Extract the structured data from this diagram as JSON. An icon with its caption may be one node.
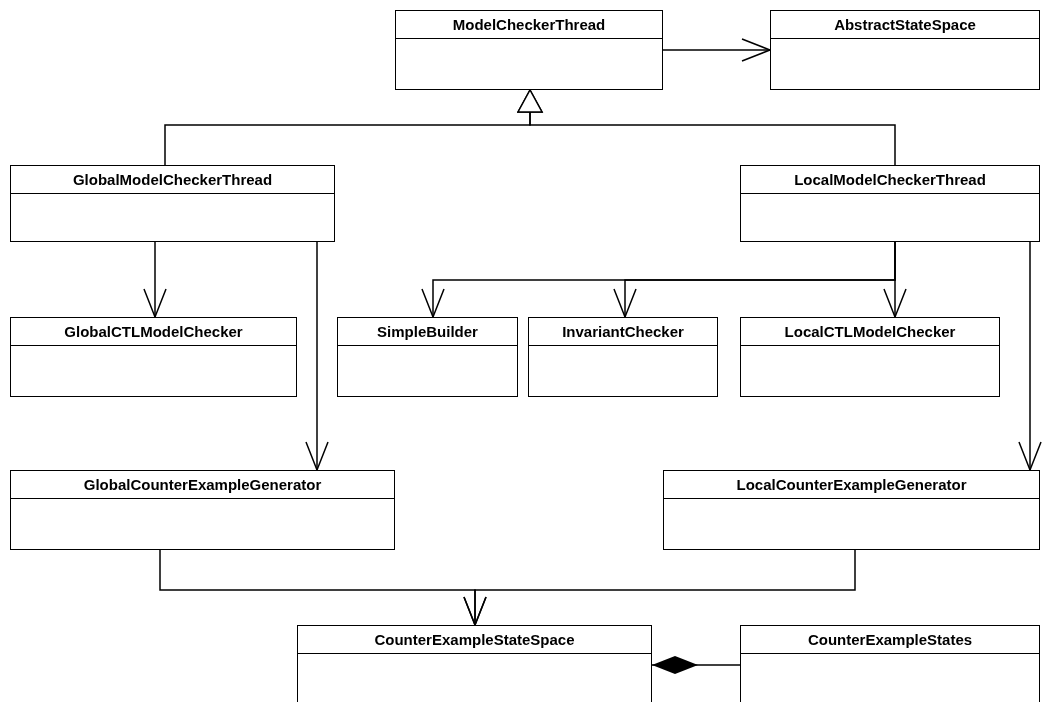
{
  "diagram": {
    "nodes": [
      {
        "text": [
          "ModelCheckerThread"
        ]
      },
      {
        "text": [
          "AbstractStateSpace"
        ]
      },
      {
        "text": [
          "GlobalModelCheckerThread"
        ]
      },
      {
        "text": [
          "LocalModelCheckerThread"
        ]
      },
      {
        "text": [
          "GlobalCTLModelChecker"
        ]
      },
      {
        "text": [
          "SimpleBuilder"
        ]
      },
      {
        "text": [
          "InvariantChecker"
        ]
      },
      {
        "text": [
          "LocalCTLModelChecker"
        ]
      },
      {
        "text": [
          "GlobalCounterExampleGenerator"
        ]
      },
      {
        "text": [
          "LocalCounterExampleGenerator"
        ]
      },
      {
        "text": [
          "CounterExampleStateSpace"
        ]
      },
      {
        "text": [
          "CounterExampleStates"
        ]
      }
    ],
    "edges": [
      {
        "from": 0,
        "to": 1,
        "arrow": "to"
      },
      {
        "from": 2,
        "to": 0,
        "arrow": "to"
      },
      {
        "from": 3,
        "to": 0,
        "arrow": "to"
      },
      {
        "from": 2,
        "to": 4,
        "arrow": "to"
      },
      {
        "from": 2,
        "to": 8,
        "arrow": "to"
      },
      {
        "from": 3,
        "to": 5,
        "arrow": "to"
      },
      {
        "from": 3,
        "to": 6,
        "arrow": "to"
      },
      {
        "from": 3,
        "to": 7,
        "arrow": "to"
      },
      {
        "from": 3,
        "to": 9,
        "arrow": "to"
      },
      {
        "from": 8,
        "to": 10,
        "arrow": "to"
      },
      {
        "from": 9,
        "to": 10,
        "arrow": "to"
      },
      {
        "from": 11,
        "to": 10,
        "arrow": "other"
      }
    ]
  }
}
